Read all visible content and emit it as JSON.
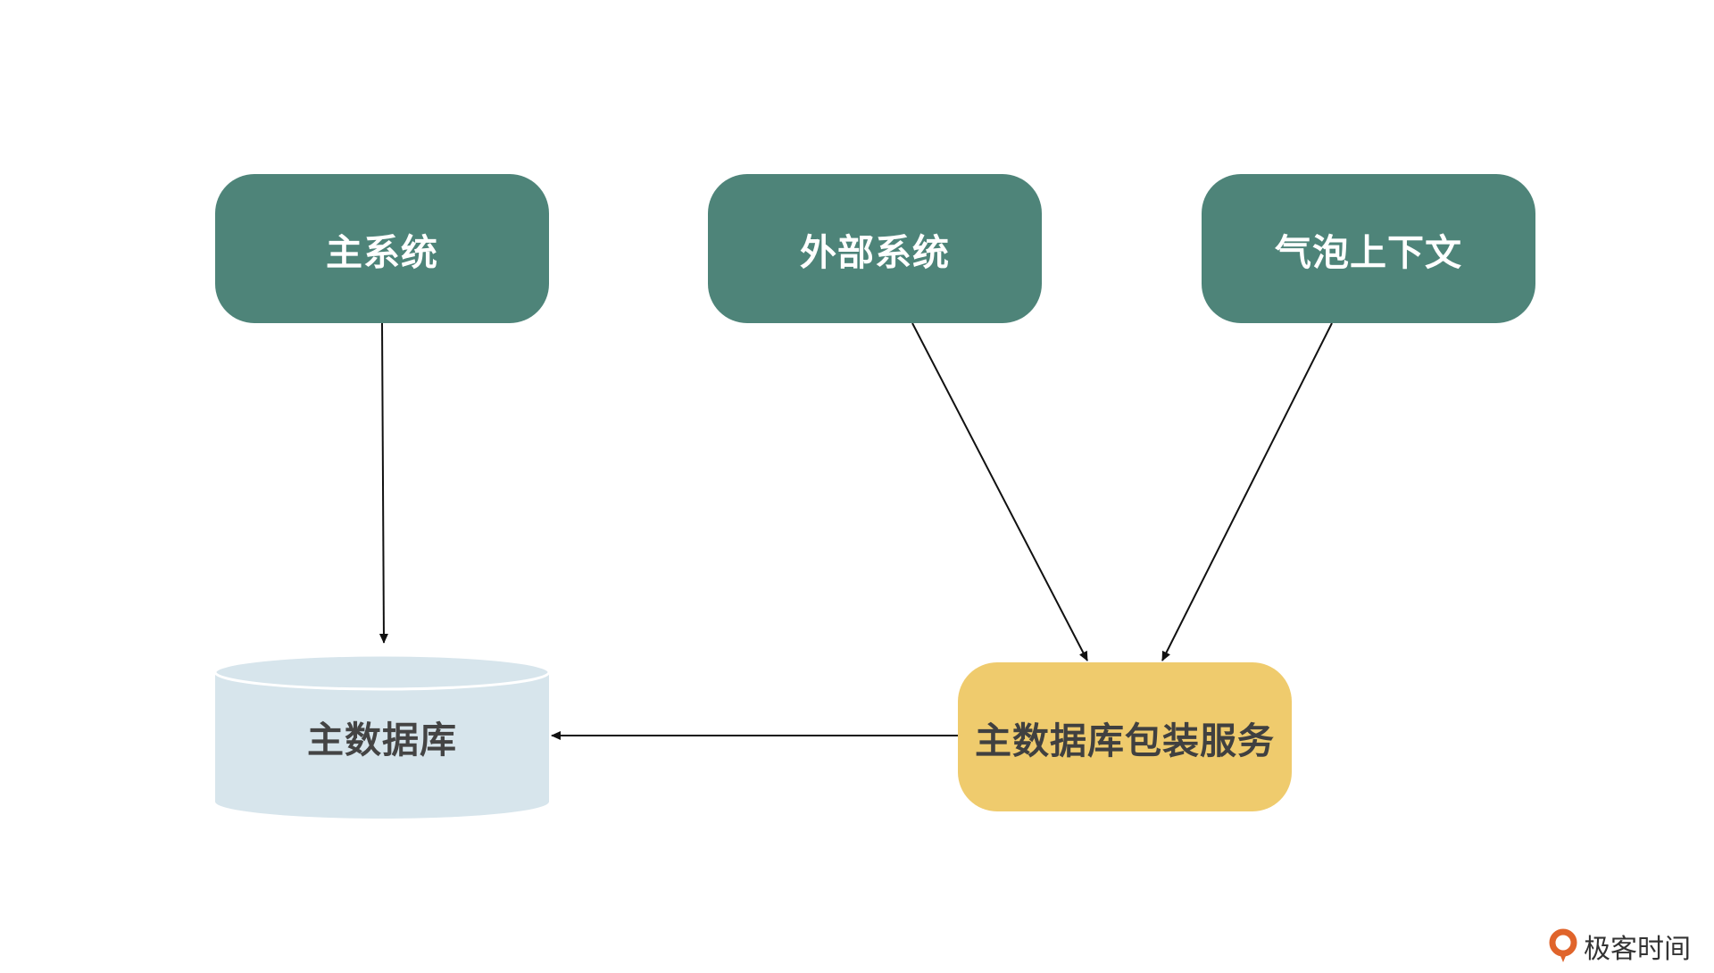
{
  "nodes": {
    "main_system": "主系统",
    "external_system": "外部系统",
    "bubble_context": "气泡上下文",
    "master_db_wrapper": "主数据库包装服务",
    "master_db": "主数据库"
  },
  "colors": {
    "system_node": "#4e8479",
    "wrapper_node": "#efcb6d",
    "database": "#d7e5ec",
    "edge": "#111111"
  },
  "logo": {
    "text": "极客时间",
    "accent": "#e0642b"
  }
}
